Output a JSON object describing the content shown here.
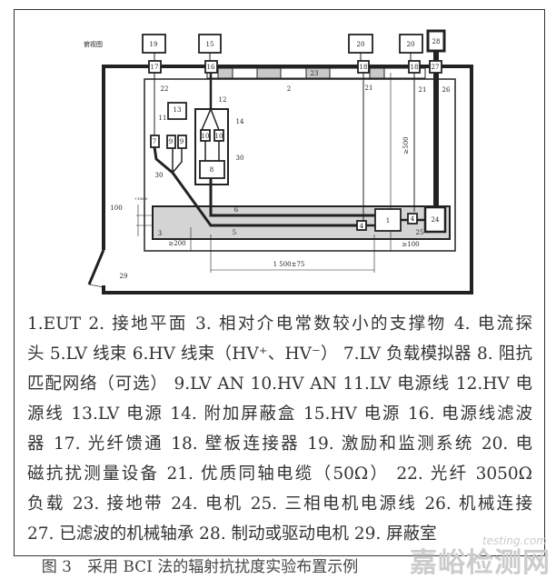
{
  "diagram": {
    "view_label": "俯视图",
    "labels": {
      "n1": "1",
      "n2": "2",
      "n3": "3",
      "n4": "4",
      "n5": "5",
      "n6": "6",
      "n7": "7",
      "n8": "8",
      "n9": "9",
      "n10": "10",
      "n11": "11",
      "n12": "12",
      "n13": "13",
      "n14": "14",
      "n15": "15",
      "n16": "16",
      "n17": "17",
      "n18": "18",
      "n19": "19",
      "n20": "20",
      "n21": "21",
      "n22": "22",
      "n23": "23",
      "n24": "24",
      "n25": "25",
      "n26": "26",
      "n27": "27",
      "n28": "28",
      "n29": "29",
      "n30": "30"
    },
    "dims": {
      "length": "1 500±75",
      "height": "100",
      "height_tol": "+100 0",
      "min_gap_left": "≥200",
      "min_gap_right": "≥100",
      "min_vertical": "≥500"
    }
  },
  "legend": {
    "lines": [
      "1.EUT 2. 接地平面 3. 相对介电常数较小的支撑物 4. 电流探",
      "头 5.LV 线束 6.HV 线束（HV⁺、HV⁻） 7.LV 负载模拟器 8. 阻抗",
      "匹配网络（可选） 9.LV AN 10.HV AN 11.LV 电源线 12.HV 电",
      "源线 13.LV 电源 14. 附加屏蔽盒 15.HV 电源 16. 电源线滤波",
      "器 17. 光纤馈通 18. 壁板连接器 19. 激励和监测系统 20. 电",
      "磁抗扰测量设备 21. 优质同轴电缆（50Ω） 22. 光纤 3050Ω",
      "负载 23. 接地带 24. 电机 25. 三相电机电源线 26. 机械连接",
      "27. 已滤波的机械轴承 28. 制动或驱动电机 29. 屏蔽室"
    ]
  },
  "caption": "图 3　采用 BCI 法的辐射抗扰度实验布置示例",
  "watermark": {
    "text": "嘉峪检测网",
    "sub": "testing.com"
  },
  "colors": {
    "line": "#222222",
    "support_fill": "#d4d4d4",
    "strip_fill": "#c8c8c8"
  }
}
